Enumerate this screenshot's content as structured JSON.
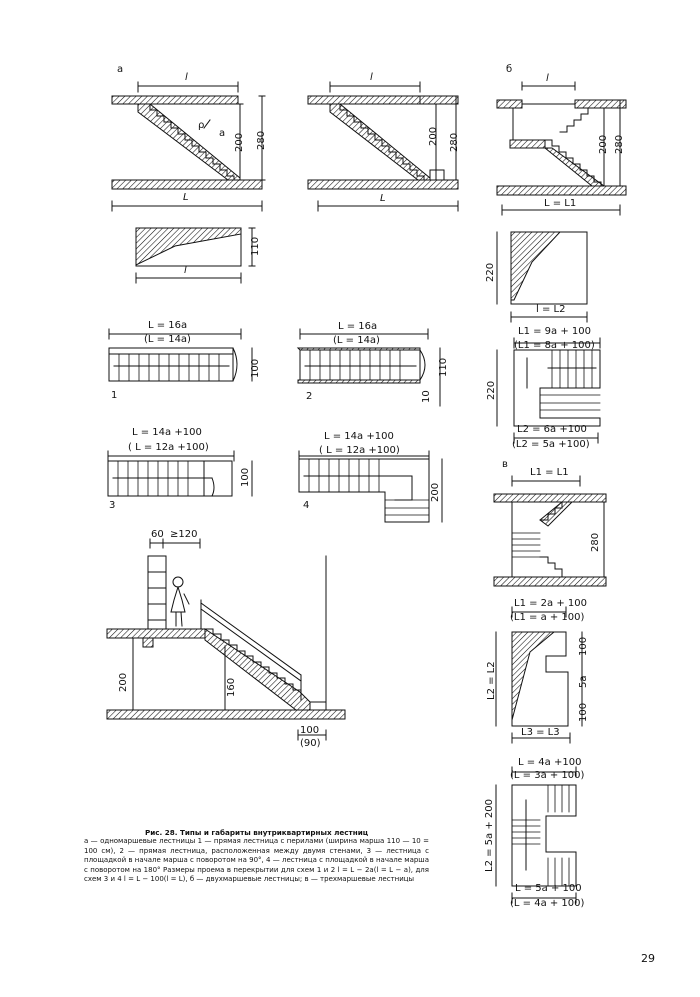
{
  "labels": {
    "a": "а",
    "b": "б",
    "v": "в",
    "l": "l",
    "L": "L",
    "L_eq_L1": "L = L1",
    "l_eq_L2": "l = L2",
    "h280": "280",
    "h200": "200",
    "h220": "220",
    "h110": "110",
    "h100": "100",
    "h10": "10",
    "h160": "160",
    "h5a": "5a",
    "rho": "ρ",
    "a_small": "a",
    "L16a": "L = 16a",
    "L14a_paren": "(L = 14a)",
    "L14a100": "L = 14a +100",
    "L12a100_paren": "( L = 12a +100)",
    "num1": "1",
    "num2": "2",
    "num3": "3",
    "num4": "4",
    "L1_9a100": "L1 = 9a + 100",
    "L1_8a100_paren": "(L1 = 8a + 100)",
    "L2_6a100": "L2 = 6a +100",
    "L2_5a100_paren": "(L2 = 5a +100)",
    "L1_eq_L1": "L1 = L1",
    "L1_2a100": "L1 = 2a + 100",
    "L1_a100_paren": "(L1 = a + 100)",
    "L2_eq_L2": "L2 = L2",
    "L3_eq_L3": "L3 = L3",
    "L4a100": "L = 4a +100",
    "L3a100_paren": "(L = 3a + 100)",
    "L2_5a200": "L2 = 5a + 200",
    "L5a100": "L = 5a + 100",
    "L4a100_paren": "(L = 4a + 100)",
    "d60": "60",
    "d120": "≥120",
    "d100": "100",
    "d90": "(90)"
  },
  "caption": {
    "title": "Рис. 28. Типы и габариты внутриквартирных лестниц",
    "body": "а — одномаршевые лестницы 1 — прямая лестница с перилами (ширина марша 110 — 10 = 100 см), 2 — прямая лестница, расположенная между двумя стенами, 3 — лестница с площадкой в начале марша с поворотом на 90°, 4 — лестница с площадкой в начале марша с поворотом на 180° Размеры проема в перекрытии для схем 1 и 2 l = L − 2a(l = L − a), для схем 3 и 4 l = L − 100(l = L), б — двухмаршевые лестницы; в — трехмаршевые лестницы"
  },
  "page_number": "29"
}
